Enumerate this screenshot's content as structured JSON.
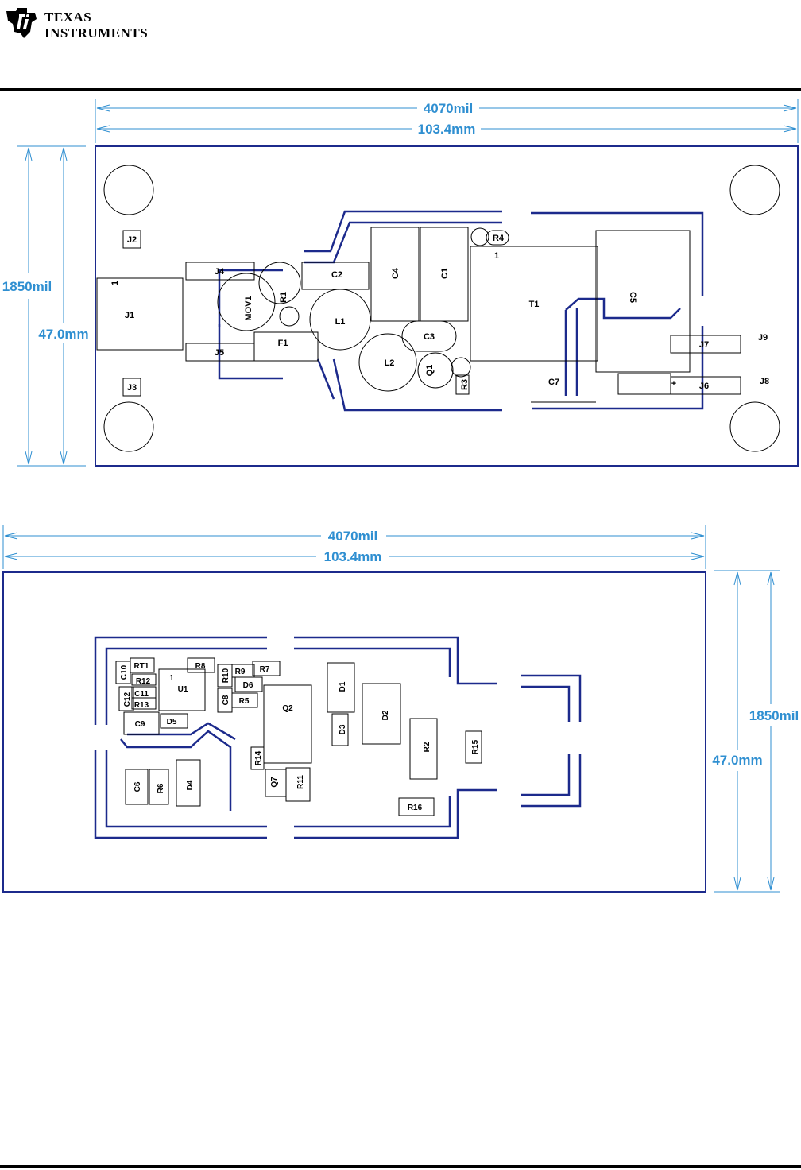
{
  "header": {
    "logo_line1": "TEXAS",
    "logo_line2": "INSTRUMENTS"
  },
  "top_view": {
    "width_mil": "4070mil",
    "width_mm": "103.4mm",
    "height_mil": "1850mil",
    "height_mm": "47.0mm",
    "refs": {
      "J1": "J1",
      "J2": "J2",
      "J3": "J3",
      "J4": "J4",
      "J5": "J5",
      "MOV1": "MOV1",
      "R1": "R1",
      "F1": "F1",
      "C2": "C2",
      "L1": "L1",
      "C4": "C4",
      "C1": "C1",
      "L2": "L2",
      "C3": "C3",
      "Q1": "Q1",
      "R3": "R3",
      "R4": "R4",
      "T1": "T1",
      "C5": "C5",
      "C7": "C7",
      "J6": "J6",
      "J7": "J7",
      "J8": "J8",
      "J9": "J9",
      "pin1_j1": "1",
      "pin1_t1": "1",
      "plus": "+"
    }
  },
  "bottom_view": {
    "width_mil": "4070mil",
    "width_mm": "103.4mm",
    "height_mil": "1850mil",
    "height_mm": "47.0mm",
    "refs": {
      "C10": "C10",
      "RT1": "RT1",
      "R8": "R8",
      "R12": "R12",
      "U1": "U1",
      "C12": "C12",
      "C11": "C11",
      "R13": "R13",
      "C9": "C9",
      "D5": "D5",
      "R10": "R10",
      "R9": "R9",
      "R7": "R7",
      "D6": "D6",
      "C8": "C8",
      "R5": "R5",
      "Q2": "Q2",
      "D1": "D1",
      "D2": "D2",
      "D3": "D3",
      "R2": "R2",
      "R15": "R15",
      "R14": "R14",
      "Q7": "Q7",
      "R11": "R11",
      "C6": "C6",
      "R6": "R6",
      "D4": "D4",
      "R16": "R16",
      "pin1_u1": "1"
    }
  },
  "colors": {
    "dimension": "#2f8fd1",
    "board_outline": "#1c2a8c"
  }
}
